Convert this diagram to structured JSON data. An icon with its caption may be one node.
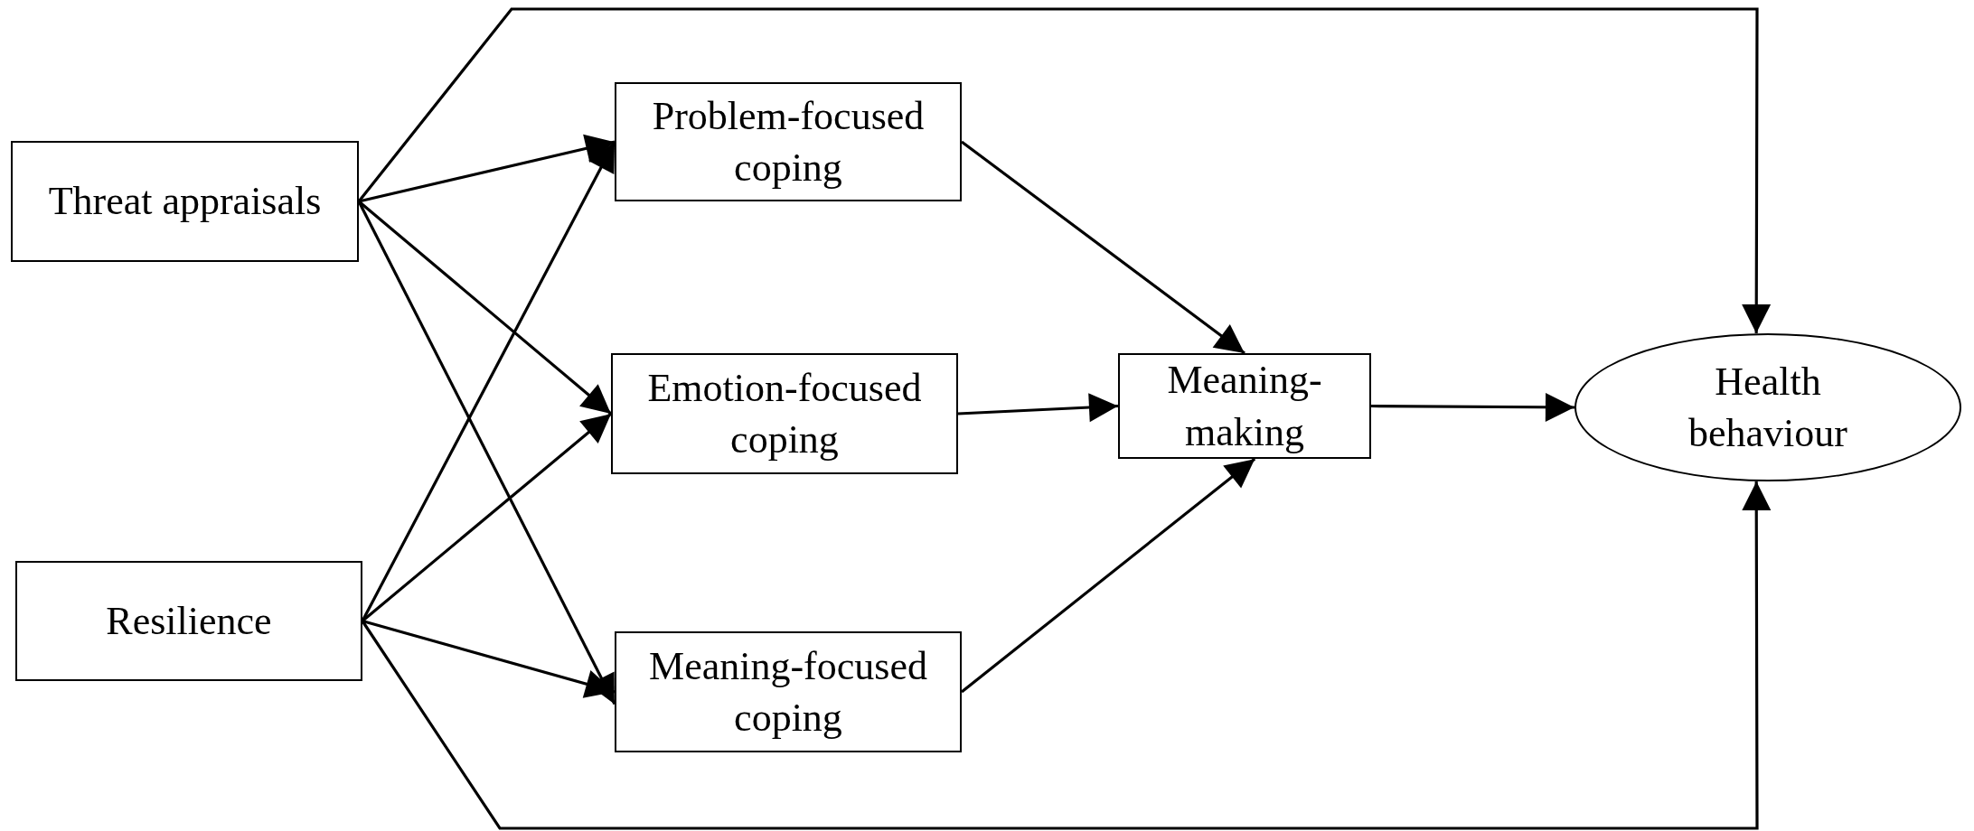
{
  "diagram": {
    "nodes": [
      {
        "text": [
          "Threat appraisals"
        ]
      },
      {
        "text": [
          "Resilience"
        ]
      },
      {
        "text": [
          "Problem-focused coping"
        ]
      },
      {
        "text": [
          "Emotion-focused coping"
        ]
      },
      {
        "text": [
          "Meaning-focused coping"
        ]
      },
      {
        "text": [
          "Meaning-making"
        ]
      },
      {
        "text": [
          "Health behaviour"
        ]
      }
    ],
    "edges": [
      {
        "from": 0,
        "to": 2,
        "arrow": "to"
      },
      {
        "from": 0,
        "to": 3,
        "arrow": "to"
      },
      {
        "from": 0,
        "to": 4,
        "arrow": "to"
      },
      {
        "from": 0,
        "to": 6,
        "arrow": "to"
      },
      {
        "from": 1,
        "to": 2,
        "arrow": "to"
      },
      {
        "from": 1,
        "to": 3,
        "arrow": "to"
      },
      {
        "from": 1,
        "to": 4,
        "arrow": "to"
      },
      {
        "from": 1,
        "to": 6,
        "arrow": "to"
      },
      {
        "from": 2,
        "to": 5,
        "arrow": "to"
      },
      {
        "from": 3,
        "to": 5,
        "arrow": "to"
      },
      {
        "from": 4,
        "to": 5,
        "arrow": "to"
      },
      {
        "from": 5,
        "to": 6,
        "arrow": "to"
      }
    ]
  }
}
